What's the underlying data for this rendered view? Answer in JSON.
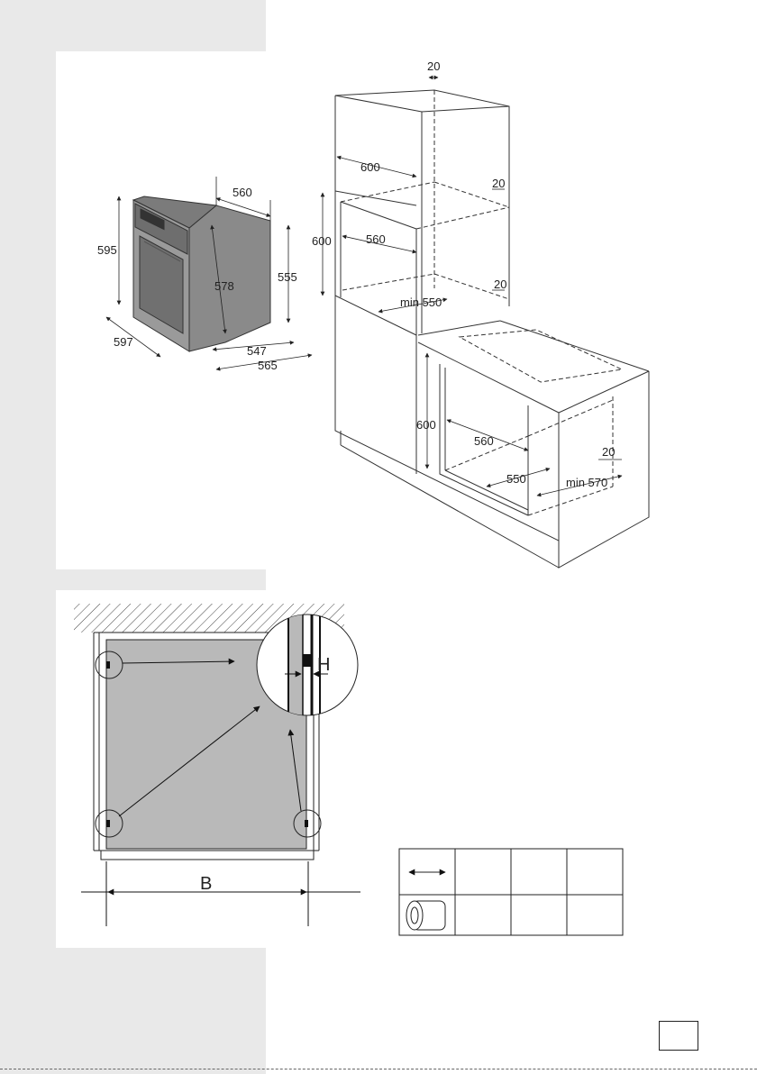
{
  "oven_dimensions": {
    "depth_top": "560",
    "height": "595",
    "front_height": "578",
    "side_height": "555",
    "width": "597",
    "depth_body": "547",
    "depth_total": "565"
  },
  "cabinet_dimensions": {
    "gap_top": "20",
    "upper_width": "600",
    "gap_upper_right": "20",
    "upper_height": "600",
    "upper_inner_width": "560",
    "gap_upper_bottom": "20",
    "upper_depth": "min 550",
    "lower_height": "600",
    "lower_inner_width": "560",
    "lower_gap": "20",
    "lower_depth": "550",
    "lower_min_depth": "min 570"
  },
  "fitting_diagram": {
    "gap_label": "H",
    "width_label": "B"
  },
  "legend_table": {
    "row1_icon": "double-arrow-icon",
    "row2_icon": "spacer-roll-icon",
    "cells": [
      "",
      "",
      "",
      "",
      "",
      ""
    ]
  },
  "page_number": ""
}
